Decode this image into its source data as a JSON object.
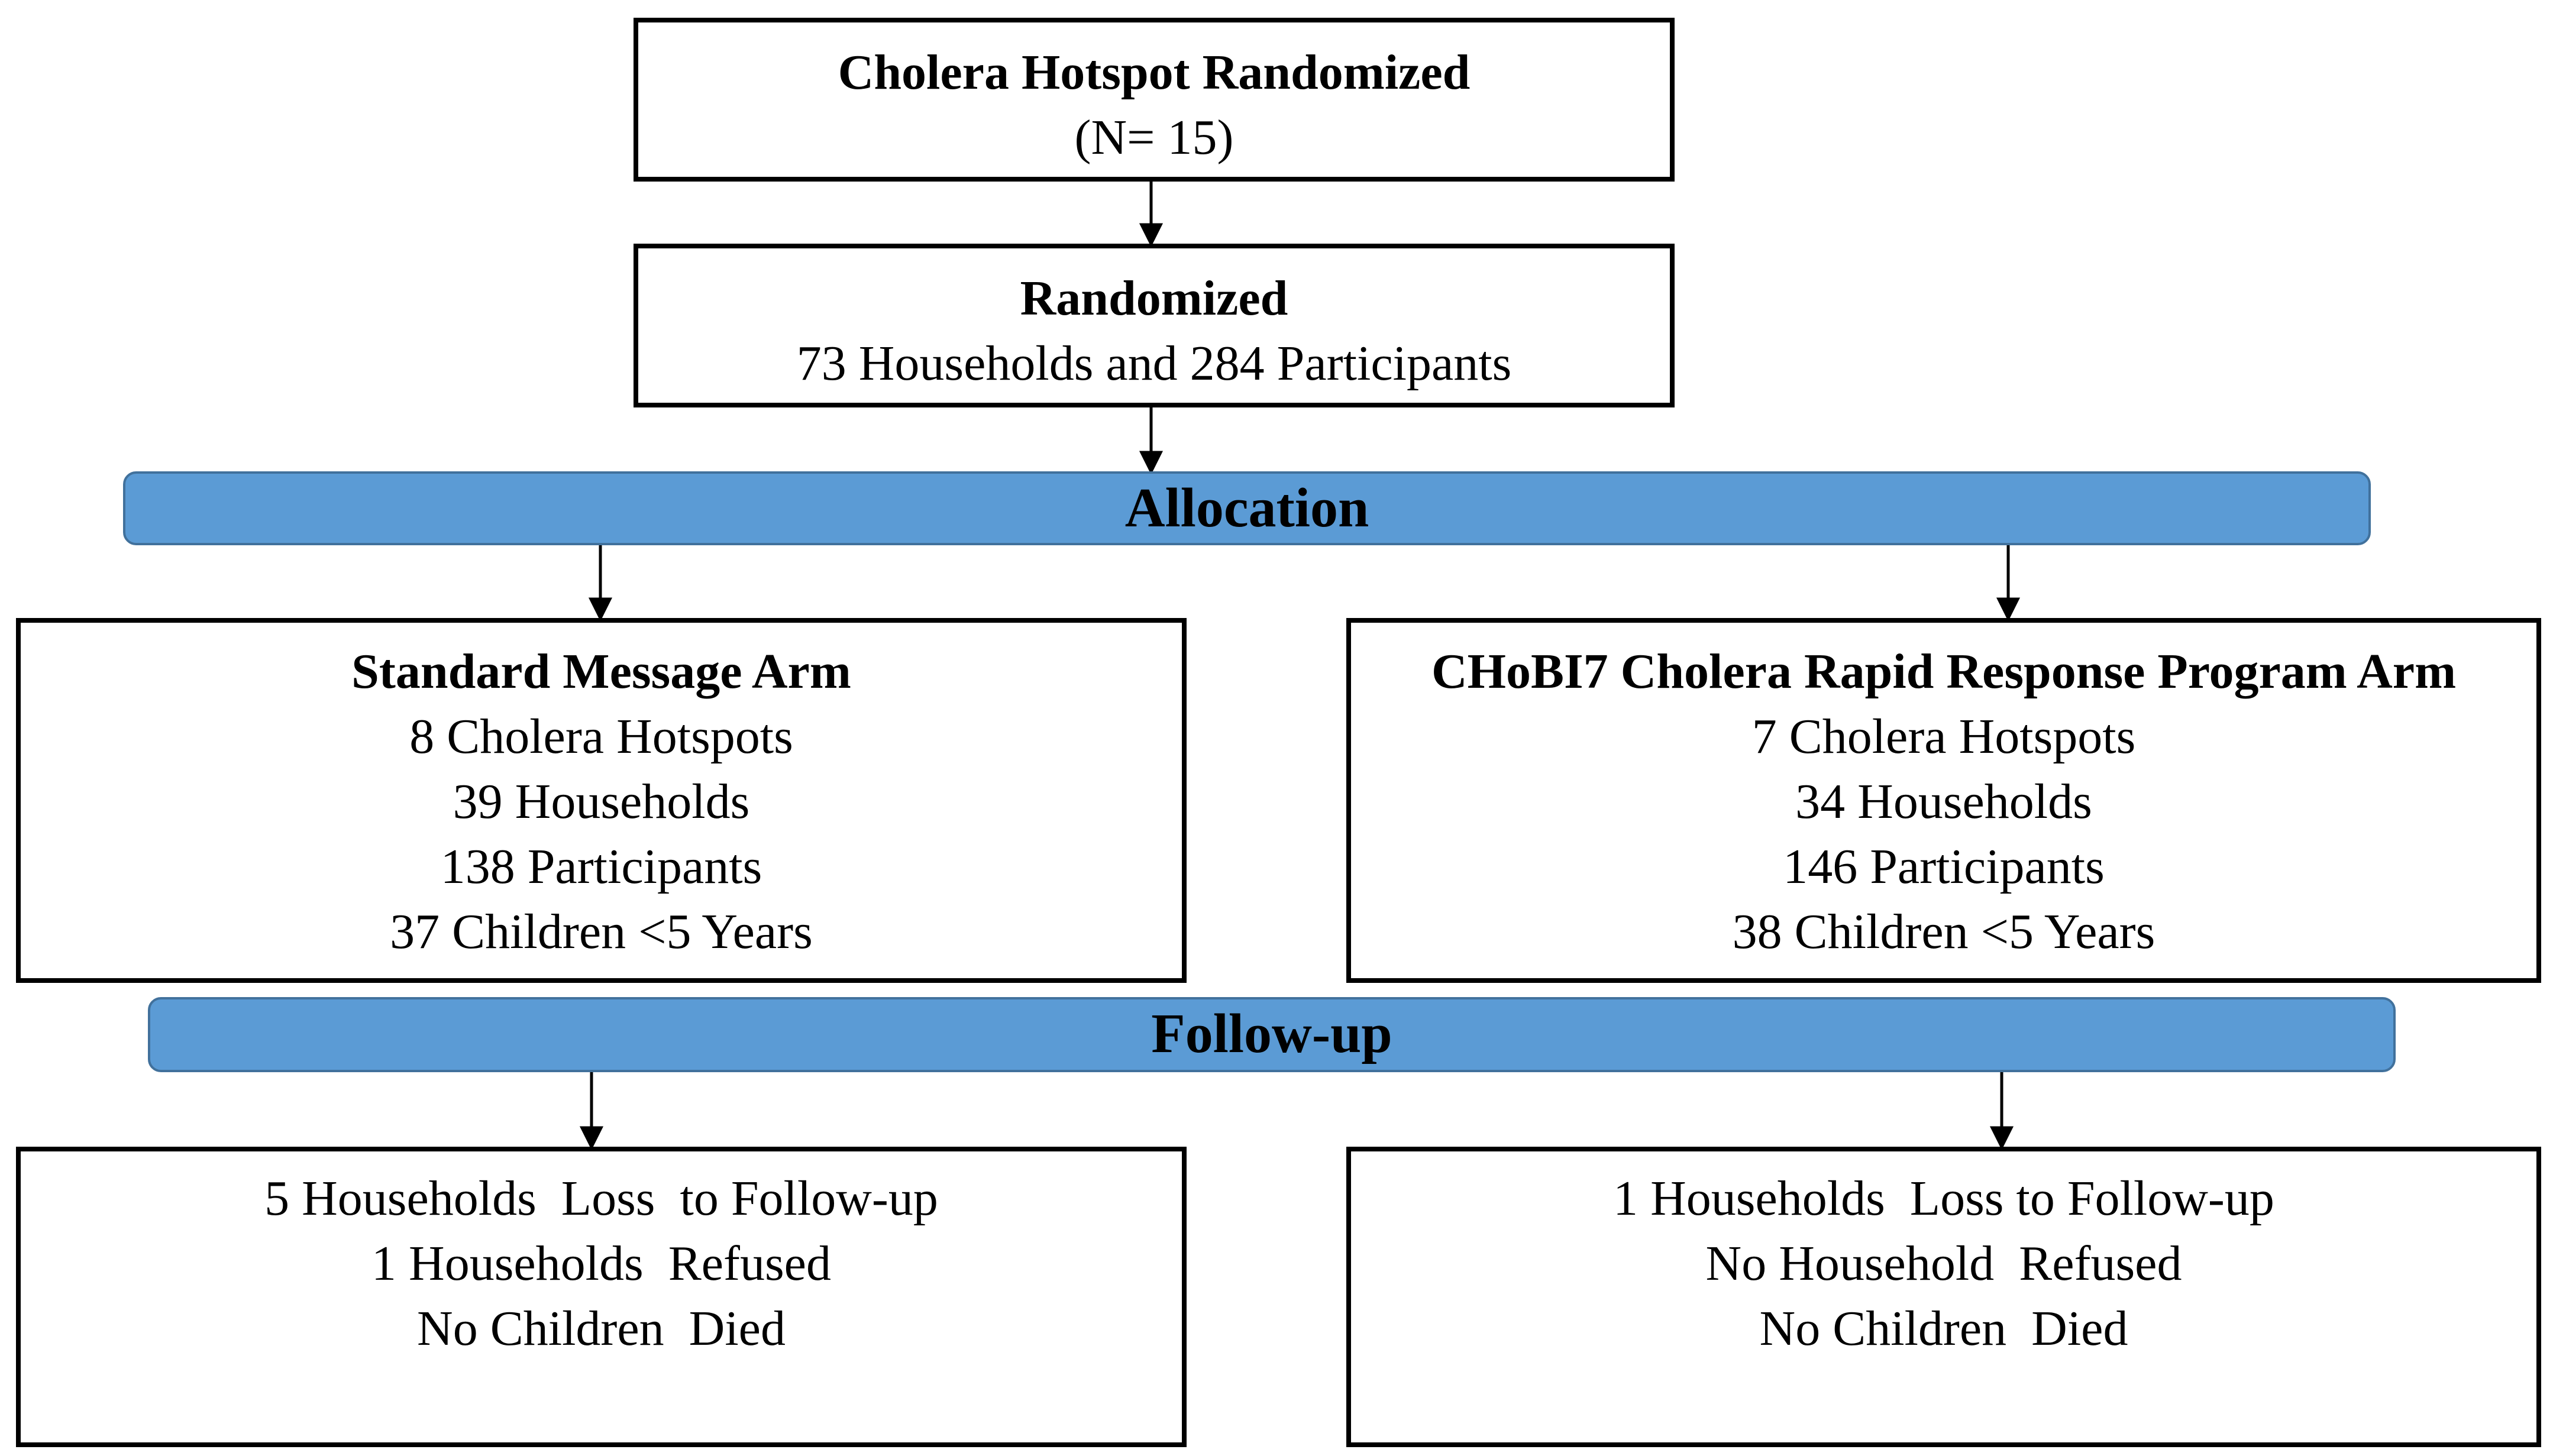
{
  "top": {
    "title": "Cholera Hotspot Randomized",
    "subtitle": "(N= 15)"
  },
  "randomized": {
    "title": "Randomized",
    "detail": "73 Households and 284 Participants"
  },
  "allocation": {
    "label": "Allocation"
  },
  "standard_arm": {
    "title": "Standard Message Arm",
    "lines": [
      "8 Cholera Hotspots",
      "39 Households",
      "138 Participants",
      "37 Children <5 Years"
    ]
  },
  "chobi7_arm": {
    "title": "CHoBI7 Cholera Rapid Response Program Arm",
    "lines": [
      "7 Cholera Hotspots",
      "34 Households",
      "146 Participants",
      "38 Children <5 Years"
    ]
  },
  "followup": {
    "label": "Follow-up"
  },
  "standard_followup": {
    "lines": [
      "5 Households  Loss  to Follow-up",
      "1 Households  Refused",
      "No Children  Died"
    ]
  },
  "chobi7_followup": {
    "lines": [
      "1 Households  Loss to Follow-up",
      "No Household  Refused",
      "No Children  Died"
    ]
  },
  "colors": {
    "band_fill": "#5b9bd5",
    "band_border": "#41719c",
    "box_border": "#000000"
  }
}
